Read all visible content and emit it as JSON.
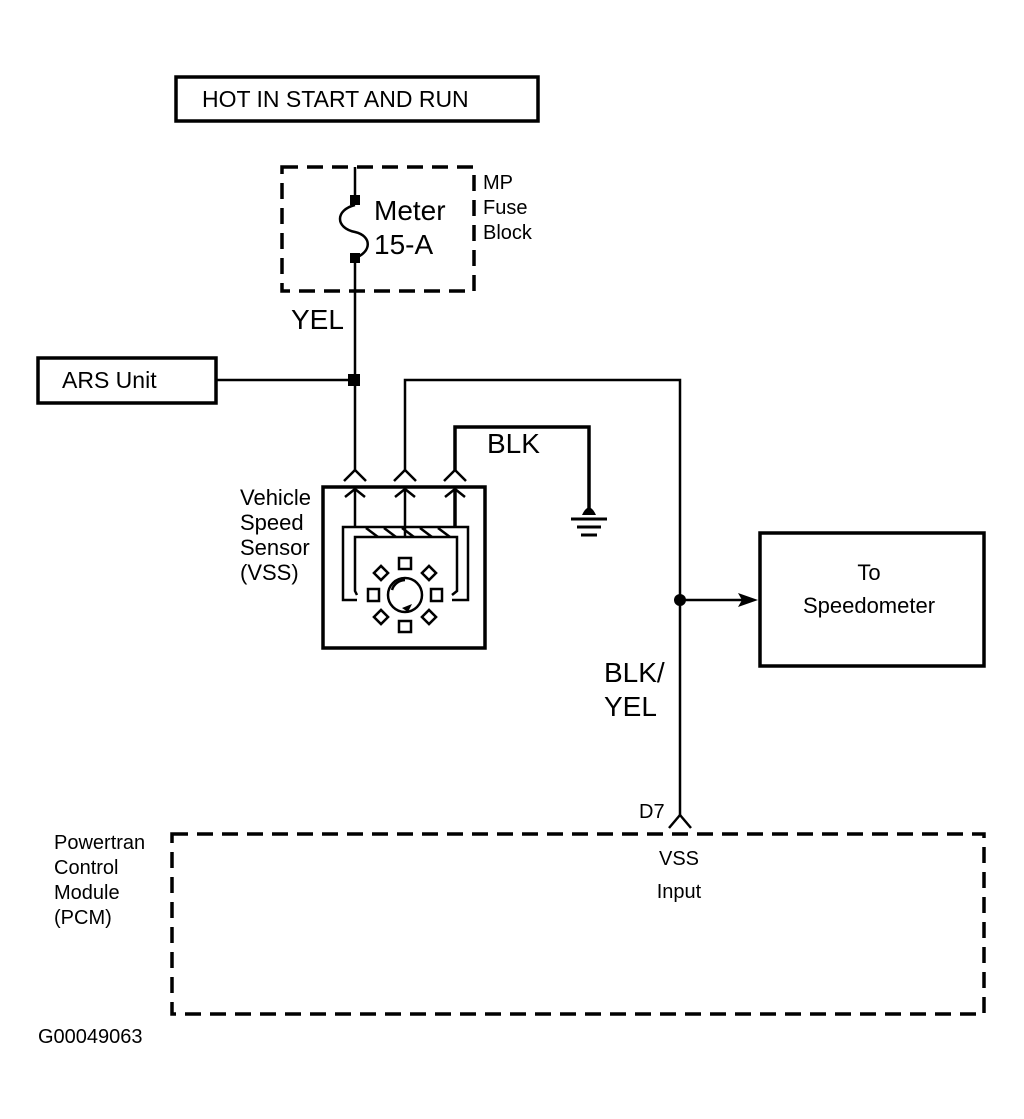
{
  "diagram": {
    "power_label": "HOT IN START AND RUN",
    "fuse": {
      "name": "Meter",
      "rating": "15-A",
      "block_label": [
        "MP",
        "Fuse",
        "Block"
      ]
    },
    "wires": {
      "yel": "YEL",
      "blk": "BLK",
      "blk_yel": [
        "BLK/",
        "YEL"
      ]
    },
    "ars_unit": "ARS Unit",
    "vss": {
      "label": [
        "Vehicle",
        "Speed",
        "Sensor",
        "(VSS)"
      ]
    },
    "speedometer": [
      "To",
      "Speedometer"
    ],
    "pcm": {
      "label": [
        "Powertran",
        "Control",
        "Module",
        "(PCM)"
      ],
      "pin": "D7",
      "input_label": [
        "VSS",
        "Input"
      ]
    },
    "figure_id": "G00049063"
  }
}
